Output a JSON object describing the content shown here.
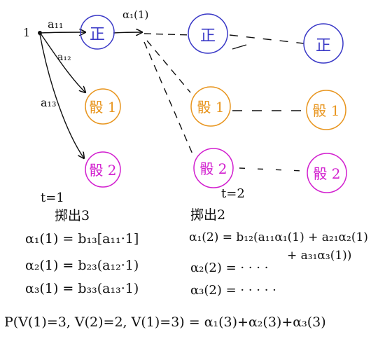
{
  "start_label": "1",
  "edges": {
    "a11": "a₁₁",
    "a12": "a₁₂",
    "a13": "a₁₃",
    "alpha11": "α₁(1)"
  },
  "states": {
    "zheng": "正",
    "shai1": "骰 1",
    "shai2": "骰 2"
  },
  "colors": {
    "zheng": "#3a39c7",
    "shai1": "#e8951e",
    "shai2": "#d21fcf",
    "ink": "#111111"
  },
  "timesteps": {
    "t1": {
      "label": "t=1",
      "observation": "掷出3"
    },
    "t2": {
      "label": "t=2",
      "observation": "掷出2"
    }
  },
  "equations_t1": [
    "α₁(1) = b₁₃[a₁₁·1]",
    "α₂(1) = b₂₃(a₁₂·1)",
    "α₃(1) = b₃₃(a₁₃·1)"
  ],
  "equations_t2": [
    "α₁(2) = b₁₂(a₁₁α₁(1) + a₂₁α₂(1)",
    "+ a₃₁α₃(1))",
    "α₂(2) = · · · ·",
    "α₃(2) = · · · · ·"
  ],
  "final_equation": "P(V(1)=3, V(2)=2, V(1)=3) = α₁(3)+α₂(3)+α₃(3)"
}
